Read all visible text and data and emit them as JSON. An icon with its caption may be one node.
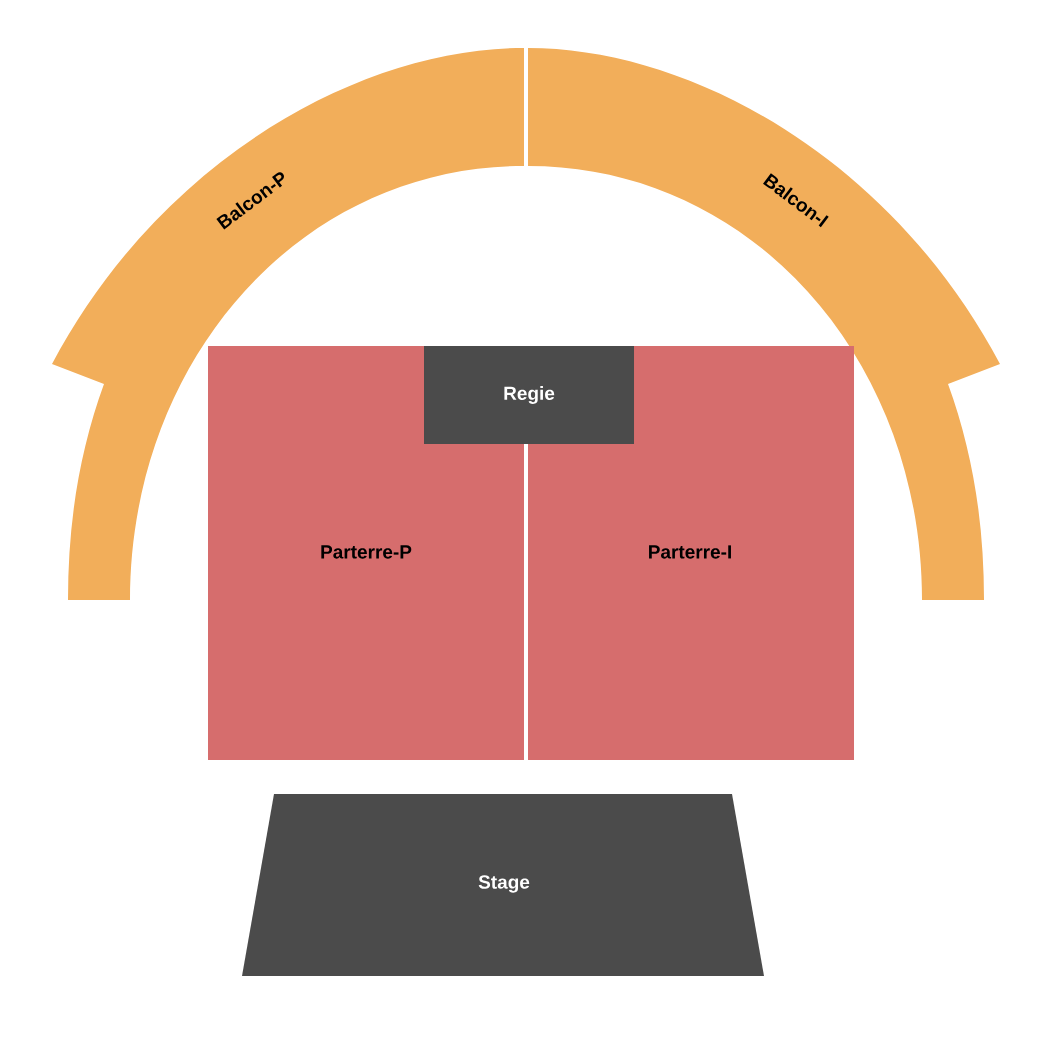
{
  "diagram": {
    "nodes": [
      {
        "text": [
          "Balcon-P"
        ]
      },
      {
        "text": [
          "Balcon-I"
        ]
      },
      {
        "text": [
          "Regie"
        ]
      },
      {
        "text": [
          "Parterre-P"
        ]
      },
      {
        "text": [
          "Parterre-I"
        ]
      },
      {
        "text": [
          "Stage"
        ]
      }
    ]
  }
}
